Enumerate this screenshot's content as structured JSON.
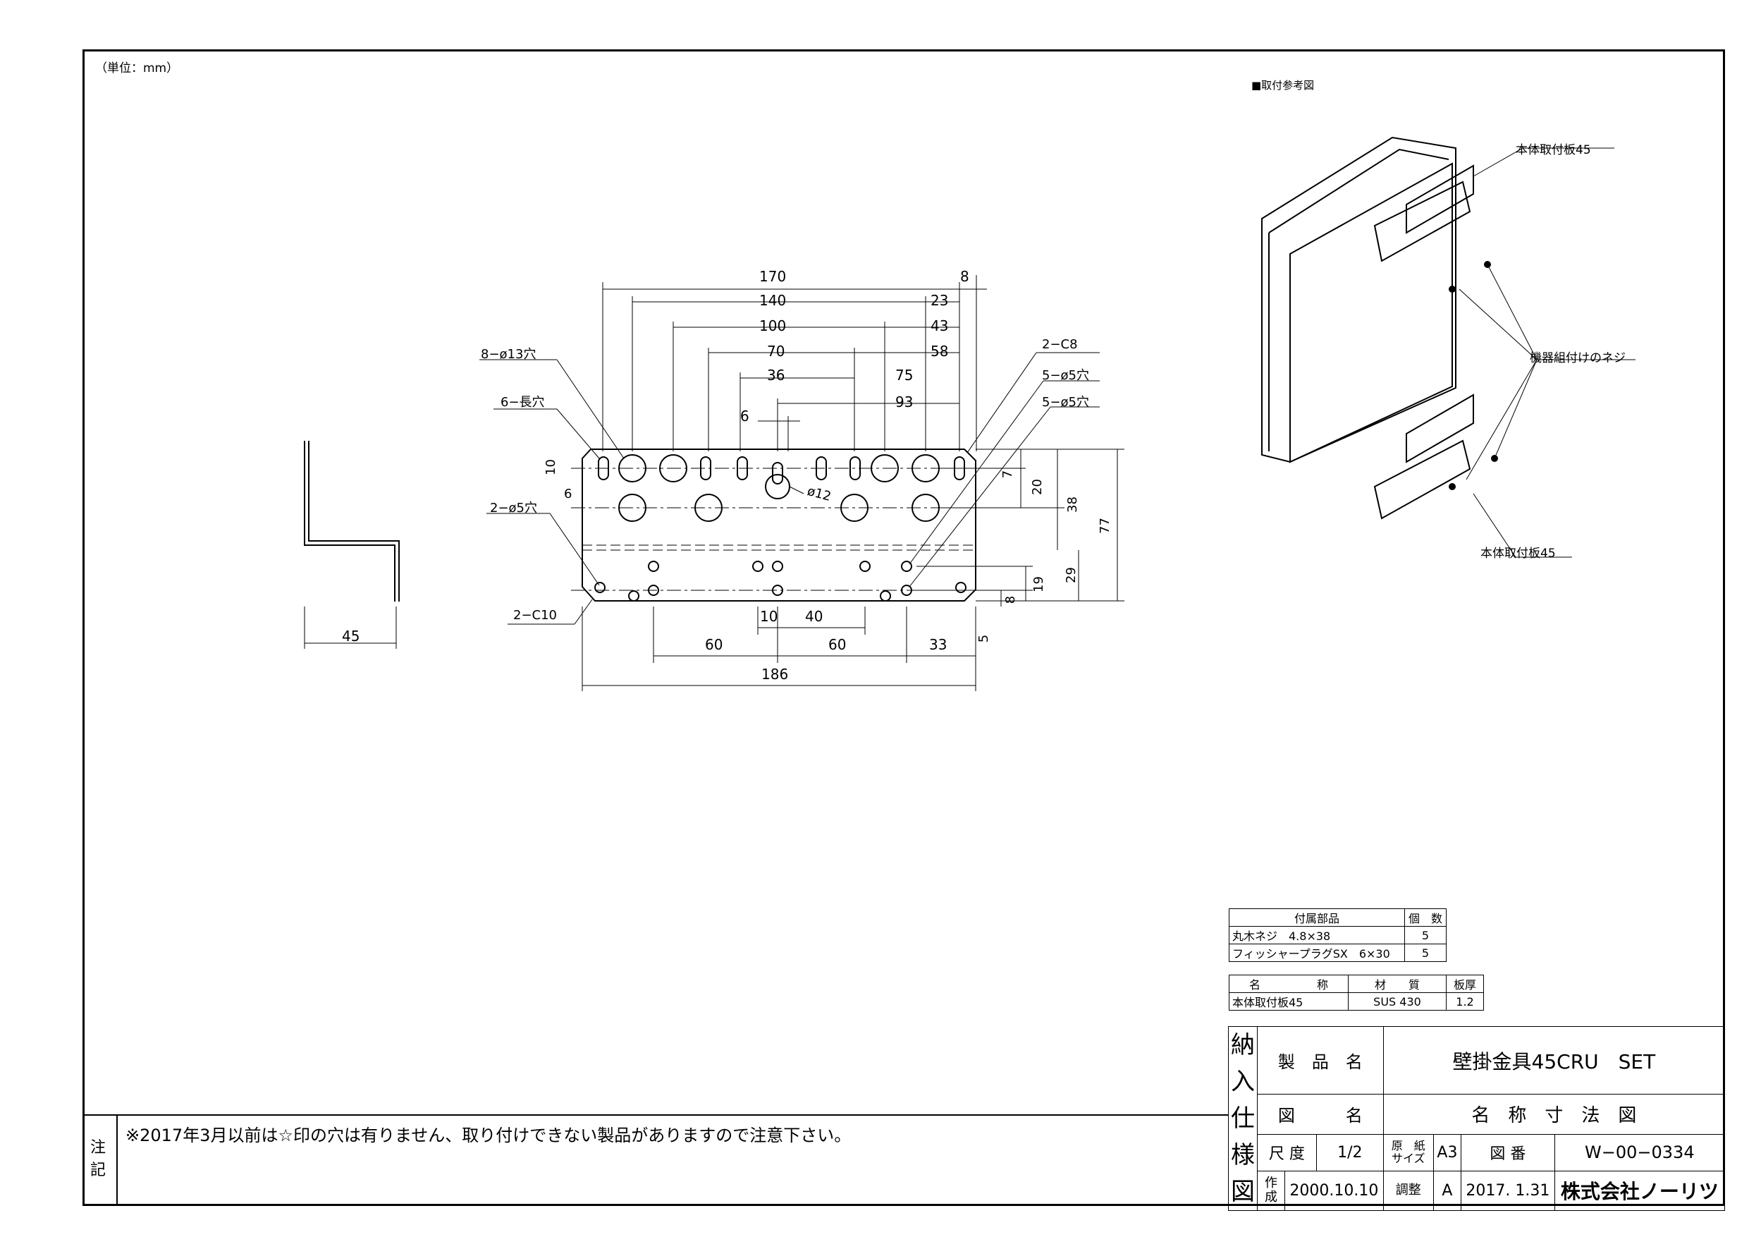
{
  "unit_note": "（単位：mm）",
  "side_view": {
    "width": "45"
  },
  "dims": {
    "top": [
      "170",
      "8",
      "140",
      "23",
      "100",
      "43",
      "70",
      "58",
      "36",
      "75",
      "93",
      "6"
    ],
    "left": [
      "8−ø13穴",
      "6−長穴",
      "2−ø5穴",
      "2−C10",
      "10",
      "6"
    ],
    "right": [
      "2−C8",
      "5−ø5穴",
      "5−ø5穴",
      "7",
      "20",
      "38",
      "77",
      "19",
      "29",
      "8",
      "5"
    ],
    "bottom": [
      "10",
      "40",
      "60",
      "60",
      "33",
      "186"
    ],
    "hole": "ø12"
  },
  "ref": {
    "title": "■取付参考図",
    "label_top": "本体取付板45",
    "label_screw": "機器組付けのネジ",
    "label_bottom": "本体取付板45"
  },
  "parts": {
    "head_name": "付属部品",
    "head_qty": "個　数",
    "rows": [
      {
        "name": "丸木ネジ　4.8×38",
        "qty": "5"
      },
      {
        "name": "フィッシャープラグSX　6×30",
        "qty": "5"
      }
    ]
  },
  "material": {
    "head_name": "名　　　　　称",
    "head_mat": "材　　質",
    "head_thick": "板厚",
    "row": {
      "name": "本体取付板45",
      "mat": "SUS 430",
      "thick": "1.2"
    }
  },
  "note": {
    "label": "注記",
    "text": "※2017年3月以前は☆印の穴は有りません、取り付けできない製品がありますので注意下さい。"
  },
  "title_block": {
    "side": "納入仕様図",
    "product_label": "製　品　名",
    "product_value": "壁掛金具45CRU　SET",
    "drawing_label": "図　　　名",
    "drawing_value": "名　称　寸　法　図",
    "scale_label": "尺 度",
    "scale_value": "1/2",
    "paper_label": "原　紙サイズ",
    "paper_value": "A3",
    "num_label": "図 番",
    "num_value": "W−00−0334",
    "made_label": "作成",
    "made_value": "2000.10.10",
    "adj_label": "調整",
    "adj_mark": "A",
    "adj_value": "2017. 1.31",
    "company": "株式会社ノーリツ"
  }
}
